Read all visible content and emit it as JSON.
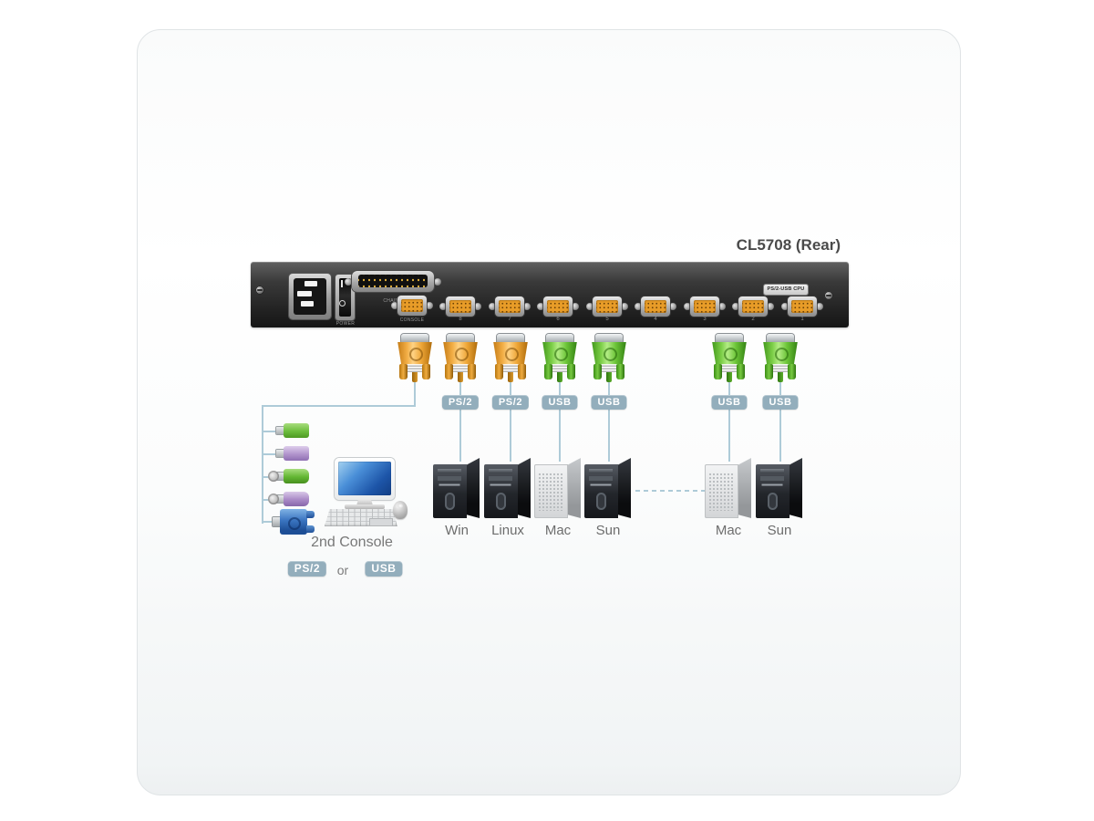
{
  "title": "CL5708 (Rear)",
  "device": {
    "cpu_ports_badge": "PS/2-USB CPU",
    "daisy_chain_label": "CHAIN OUT",
    "console_port_label": "CONSOLE",
    "power_switch_label": "POWER",
    "port_numbers": [
      "8",
      "7",
      "6",
      "5",
      "4",
      "3",
      "2",
      "1"
    ]
  },
  "cables": {
    "badges": [
      "PS/2",
      "PS/2",
      "USB",
      "USB",
      "USB",
      "USB"
    ]
  },
  "computers": {
    "labels": [
      "Win",
      "Linux",
      "Mac",
      "Sun",
      "Mac",
      "Sun"
    ]
  },
  "second_console": {
    "label": "2nd Console",
    "ps2_badge": "PS/2",
    "or_text": "or",
    "usb_badge": "USB"
  },
  "colors": {
    "line": "#aecbd8",
    "badge_bg": "#93aebc",
    "orange_connector": "#eea637",
    "green_connector": "#6cc438",
    "panel_dark": "#2b2b2b",
    "title_text": "#4a4a4a"
  }
}
